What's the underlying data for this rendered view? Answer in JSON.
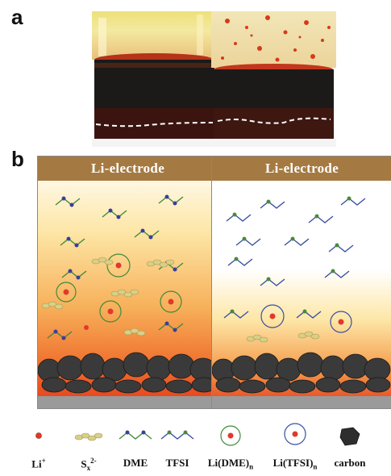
{
  "panel_a": {
    "label": "a"
  },
  "panel_b": {
    "label": "b"
  },
  "boxes": [
    {
      "electrode_label": "Li-electrode"
    },
    {
      "electrode_label": "Li-electrode"
    }
  ],
  "legend": [
    {
      "base": "Li",
      "sup": "+",
      "sub": ""
    },
    {
      "base": "S",
      "sub": "x",
      "sup": "2-"
    },
    {
      "base": "DME",
      "sub": "",
      "sup": ""
    },
    {
      "base": "TFSI",
      "sub": "",
      "sup": ""
    },
    {
      "base": "Li(DME)",
      "sub": "n",
      "sup": ""
    },
    {
      "base": "Li(TFSI)",
      "sub": "n",
      "sup": ""
    },
    {
      "base": "carbon",
      "sub": "",
      "sup": ""
    }
  ],
  "colors": {
    "electrode_bar": "#a57a42",
    "lithium_ion": "#e0392b",
    "polysulfide": "#d8cf8a",
    "carbon": "#3a3a3a",
    "collector": "#9a9a9a"
  }
}
